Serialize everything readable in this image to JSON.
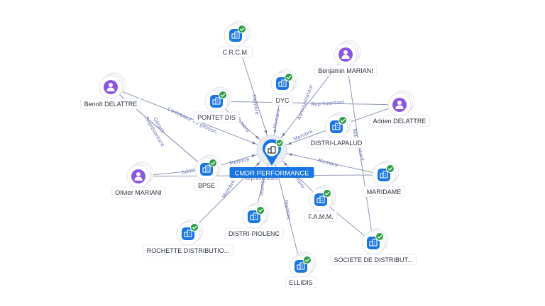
{
  "center": {
    "label": "CMDR PERFORMANCE",
    "type": "company"
  },
  "nodes": [
    {
      "id": "crcm",
      "label": "C.R.C.M.",
      "type": "company"
    },
    {
      "id": "benjamin",
      "label": "Benjamin MARIANI",
      "type": "person"
    },
    {
      "id": "dyc",
      "label": "DYC",
      "type": "company"
    },
    {
      "id": "benoit",
      "label": "Benoît DELATTRE",
      "type": "person"
    },
    {
      "id": "pontet",
      "label": "PONTET DIS",
      "type": "company"
    },
    {
      "id": "adrien",
      "label": "Adrien DELATTRE",
      "type": "person"
    },
    {
      "id": "lapalud",
      "label": "DISTRI-LAPALUD",
      "type": "company"
    },
    {
      "id": "olivier",
      "label": "Olivier MARIANI",
      "type": "person"
    },
    {
      "id": "bpse",
      "label": "BPSE",
      "type": "company"
    },
    {
      "id": "maridame",
      "label": "MARIDAME",
      "type": "company"
    },
    {
      "id": "famm",
      "label": "F.A.M.M.",
      "type": "company"
    },
    {
      "id": "piolenc",
      "label": "DISTRI-PIOLENC",
      "type": "company"
    },
    {
      "id": "rochette",
      "label": "ROCHETTE DISTRIBUTIO...",
      "type": "company"
    },
    {
      "id": "societe",
      "label": "SOCIETE DE DISTRIBUT...",
      "type": "company"
    },
    {
      "id": "ellidis",
      "label": "ELLIDIS",
      "type": "company"
    }
  ],
  "edges": [
    {
      "from": "crcm",
      "to": "center",
      "label": "Membre"
    },
    {
      "from": "dyc",
      "to": "center",
      "label": "Membre"
    },
    {
      "from": "pontet",
      "to": "center",
      "label": "Membre"
    },
    {
      "from": "benjamin",
      "to": "center",
      "label": "Administrateur"
    },
    {
      "from": "benoit",
      "to": "center",
      "label": "Contrôleur de gestion"
    },
    {
      "from": "benoit",
      "to": "bpse",
      "label": "Gérant"
    },
    {
      "from": "benoit",
      "to": "bpse",
      "label": "Représentant"
    },
    {
      "from": "adrien",
      "to": "pontet",
      "label": "Représentant"
    },
    {
      "from": "lapalud",
      "to": "center",
      "label": "Membre"
    },
    {
      "from": "benjamin",
      "to": "societe",
      "label": "Représentant"
    },
    {
      "from": "olivier",
      "to": "bpse",
      "label": "Administrateur"
    },
    {
      "from": "bpse",
      "to": "center",
      "label": "Membre"
    },
    {
      "from": "olivier",
      "to": "maridame",
      "label": "Représentant"
    },
    {
      "from": "maridame",
      "to": "center",
      "label": "Membre"
    },
    {
      "from": "famm",
      "to": "center",
      "label": "Membre"
    },
    {
      "from": "piolenc",
      "to": "center",
      "label": "Membre"
    },
    {
      "from": "rochette",
      "to": "center",
      "label": "Membre"
    },
    {
      "from": "ellidis",
      "to": "center",
      "label": "Membre"
    },
    {
      "from": "famm",
      "to": "societe",
      "label": ""
    },
    {
      "from": "adrien",
      "to": "lapalud",
      "label": ""
    }
  ],
  "colors": {
    "company": "#1976e0",
    "person": "#8b55e0",
    "check": "#2e9e46",
    "edge": "#8e97b8",
    "edge_label": "#6d72b8"
  }
}
